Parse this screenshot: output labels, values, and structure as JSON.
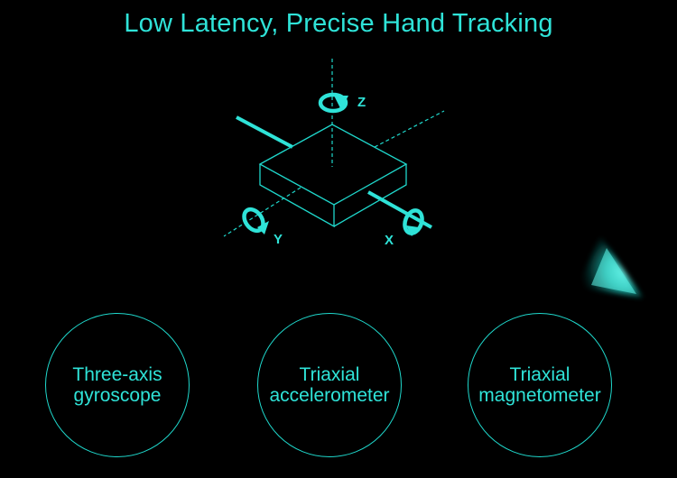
{
  "title": "Low Latency, Precise Hand Tracking",
  "diagram": {
    "axes": {
      "z": "Z",
      "y": "Y",
      "x": "X"
    }
  },
  "sensors": [
    {
      "line1": "Three-axis",
      "line2": "gyroscope"
    },
    {
      "line1": "Triaxial",
      "line2": "accelerometer"
    },
    {
      "line1": "Triaxial",
      "line2": "magnetometer"
    }
  ],
  "colors": {
    "background": "#000000",
    "accent": "#2fe3d8",
    "circle_stroke": "#1fd8cc"
  }
}
